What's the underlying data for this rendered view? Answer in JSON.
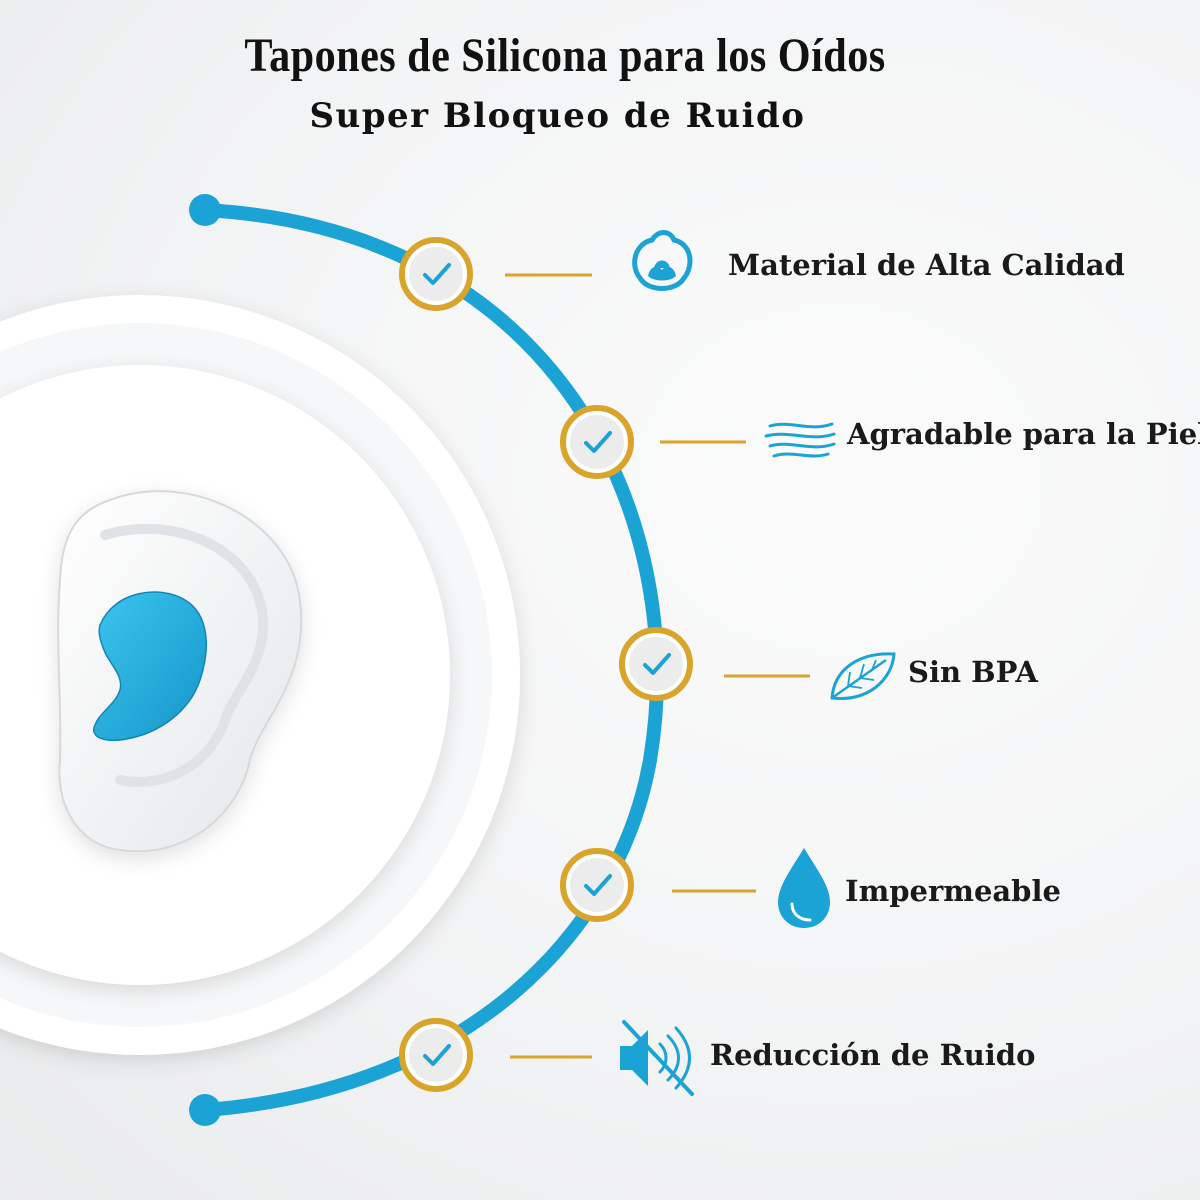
{
  "header": {
    "title": "Tapones de Silicona para los Oídos",
    "subtitle": "Super Bloqueo de Ruido"
  },
  "features": [
    {
      "label": "Material de Alta Calidad",
      "icon": "cotton-icon"
    },
    {
      "label": "Agradable para la Piel",
      "icon": "wind-icon"
    },
    {
      "label": "Sin BPA",
      "icon": "leaf-icon"
    },
    {
      "label": "Impermeable",
      "icon": "water-drop-icon"
    },
    {
      "label": "Reducción de Ruido",
      "icon": "mute-speaker-icon"
    }
  ],
  "colors": {
    "accent_blue": "#1aa3d4",
    "gold": "#d9a42b",
    "text": "#1a1a1a"
  }
}
